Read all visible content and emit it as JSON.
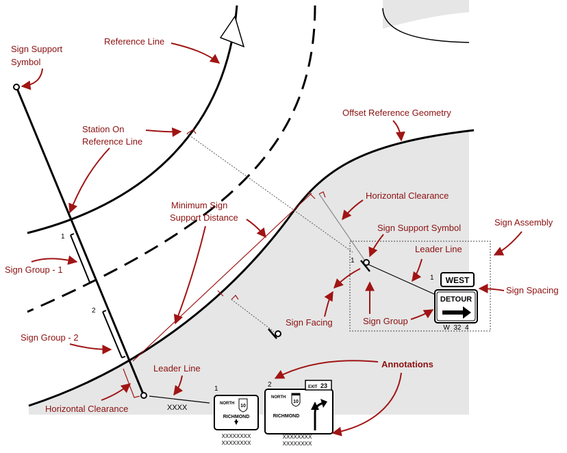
{
  "labels": {
    "sign_support_symbol_top": [
      "Sign Support",
      "Symbol"
    ],
    "reference_line": "Reference Line",
    "station_on_reference_line": [
      "Station On",
      "Reference Line"
    ],
    "offset_reference_geometry": "Offset Reference Geometry",
    "horizontal_clearance_right": "Horizontal Clearance",
    "minimum_sign_support_distance": [
      "Minimum Sign",
      "Support Distance"
    ],
    "sign_support_symbol_right": "Sign Support Symbol",
    "sign_assembly": "Sign Assembly",
    "leader_line_right": "Leader Line",
    "sign_group_1": "Sign Group - 1",
    "sign_group_2": "Sign Group - 2",
    "sign_facing": "Sign Facing",
    "sign_group_right": "Sign Group",
    "sign_spacing": "Sign Spacing",
    "annotations": "Annotations",
    "leader_line_bottom": "Leader Line",
    "horizontal_clearance_bottom": "Horizontal Clearance"
  },
  "group_numbers": {
    "g1": "1",
    "g2": "2",
    "assembly_side": "1",
    "assembly_top": "1",
    "bottom_1": "1",
    "bottom_2": "2"
  },
  "signs": {
    "west": "WEST",
    "detour": "DETOUR",
    "sign_code": "W  32  4",
    "xxxx": "XXXX",
    "north": "NORTH",
    "route": "10",
    "richmond": "RICHMOND",
    "exit_word": "EXIT",
    "exit_number": "23",
    "placeholder_a": "XXXXXXXX",
    "placeholder_b": "XXXXXXXX"
  },
  "colors": {
    "annotation_text": "#8b1010",
    "shaded_area": "#e6e6e6"
  }
}
